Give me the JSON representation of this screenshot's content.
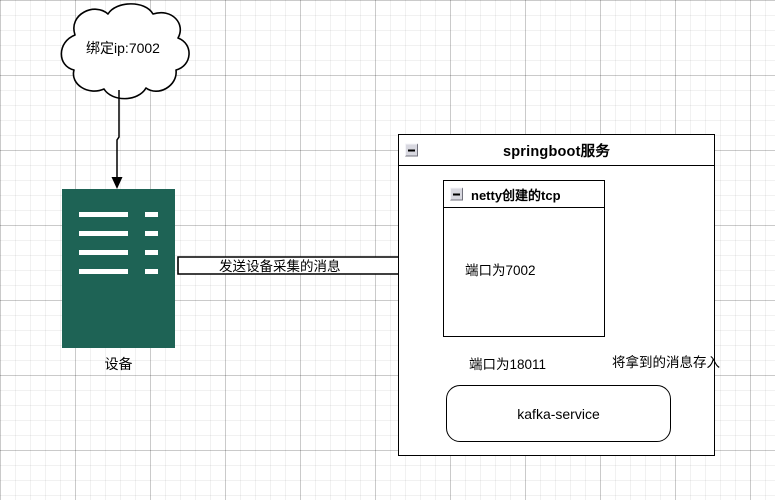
{
  "diagram": {
    "title": "springboot netty kafka architecture",
    "background": {
      "grid": "15px minor / 75px major",
      "color": "#ffffff"
    },
    "nodes": {
      "cloud": {
        "label": "绑定ip:7002",
        "shape": "cloud"
      },
      "device": {
        "label": "设备",
        "shape": "rectangle",
        "fill": "#1e6355",
        "rows": 4
      },
      "springboot": {
        "title": "springboot服务",
        "shape": "container",
        "collapse_icon": "minus-icon"
      },
      "netty": {
        "title": "netty创建的tcp",
        "body": "端口为7002",
        "shape": "container",
        "collapse_icon": "minus-icon"
      },
      "kafka": {
        "label": "kafka-service",
        "shape": "rounded-rectangle"
      }
    },
    "labels": {
      "port_18011": "端口为18011",
      "flow_message": "发送设备采集的消息",
      "store_message": "将拿到的消息存入"
    },
    "edges": [
      {
        "from": "cloud",
        "to": "device",
        "type": "arrow",
        "label": ""
      },
      {
        "from": "device",
        "to": "netty",
        "type": "block-arrow",
        "label": "发送设备采集的消息"
      },
      {
        "from": "netty",
        "to": "kafka",
        "type": "arrow",
        "label": "将拿到的消息存入"
      }
    ],
    "colors": {
      "device_fill": "#1e6355",
      "stroke": "#000000",
      "canvas": "#ffffff"
    }
  }
}
